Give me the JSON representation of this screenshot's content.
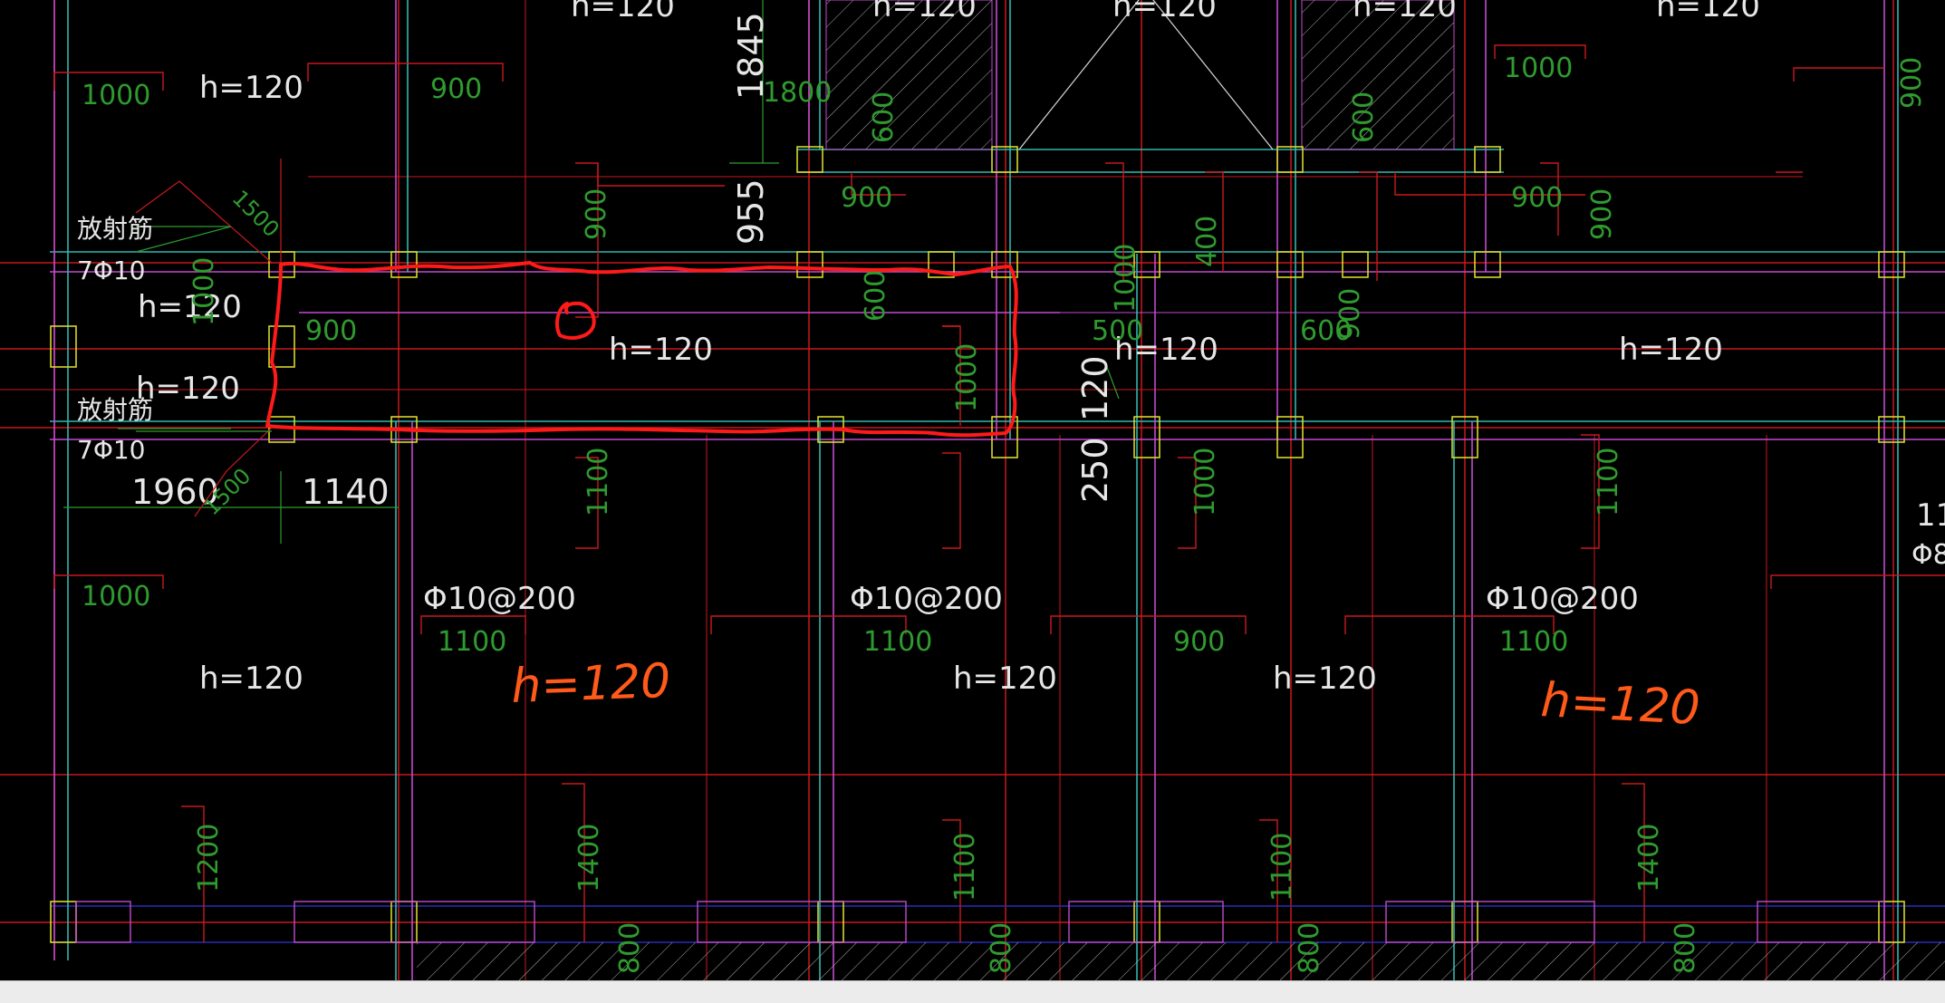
{
  "colors": {
    "background": "#000000",
    "grid_red": "#c8191e",
    "beam_magenta": "#c24ad0",
    "beam_cyan": "#2fb7b0",
    "column_yellow": "#d7d72a",
    "dim_green": "#2f9b2f",
    "text_white": "#e6e6e6",
    "markup_red": "#ff1a1a",
    "markup_orange": "#ff5a1a",
    "wall_blue": "#2a2ab8",
    "status_bar": "#ececec"
  },
  "slab_labels": {
    "top_1": "h=120",
    "top_2": "h=120",
    "top_3": "h=120",
    "top_4": "h=120",
    "top_5": "h=120",
    "left_upper": "h=120",
    "left_mid": "h=120",
    "left_lower": "h=120",
    "center_band": "h=120",
    "mid_band_right": "h=120",
    "right_band": "h=120",
    "bottom_left": "h=120",
    "bottom_mid": "h=120",
    "bottom_right": "h=120"
  },
  "annotations": {
    "radial_bar_upper": "放射筋",
    "radial_bar_upper_spec": "7Φ10",
    "radial_bar_lower": "放射筋",
    "radial_bar_lower_spec": "7Φ10",
    "dim_1960": "1960",
    "dim_1140": "1140",
    "dim_1845": "1845",
    "dim_955": "955",
    "dim_250": "250",
    "dim_120": "120",
    "rebar_spec_1": "Φ10@200",
    "rebar_spec_2": "Φ10@200",
    "rebar_spec_3": "Φ10@200",
    "cut_right_1": "11",
    "cut_right_2": "Φ8"
  },
  "rebar_lengths": {
    "l_1000_a": "1000",
    "l_900_a": "900",
    "l_1800": "1800",
    "l_1000_b": "1000",
    "l_900_b": "900",
    "l_900_c": "900",
    "l_900_d": "900",
    "l_400": "400",
    "l_600_a": "600",
    "l_900_e": "900",
    "l_1000_c": "1000",
    "l_900_f": "900",
    "l_600_b": "600",
    "l_500": "500",
    "l_600_c": "600",
    "l_1000_d": "1000",
    "l_1100_a": "1100",
    "l_1000_e": "1000",
    "l_1100_b": "1100",
    "l_1000_f": "1000",
    "l_1100_c": "1100",
    "l_1100_d": "1100",
    "l_900_g": "900",
    "l_1100_e": "1100",
    "l_1200": "1200",
    "l_1400_a": "1400",
    "l_1100_f": "1100",
    "l_1100_g": "1100",
    "l_1400_b": "1400",
    "l_800_a": "800",
    "l_800_b": "800",
    "l_800_c": "800",
    "l_800_d": "800",
    "l_1500_a": "1500",
    "l_1500_b": "1500",
    "l_1000_g": "1000",
    "l_600_d": "600",
    "l_900_h": "900",
    "l_900_i": "900"
  },
  "handwritten": {
    "note_left": "h=120",
    "note_right": "h=120"
  }
}
